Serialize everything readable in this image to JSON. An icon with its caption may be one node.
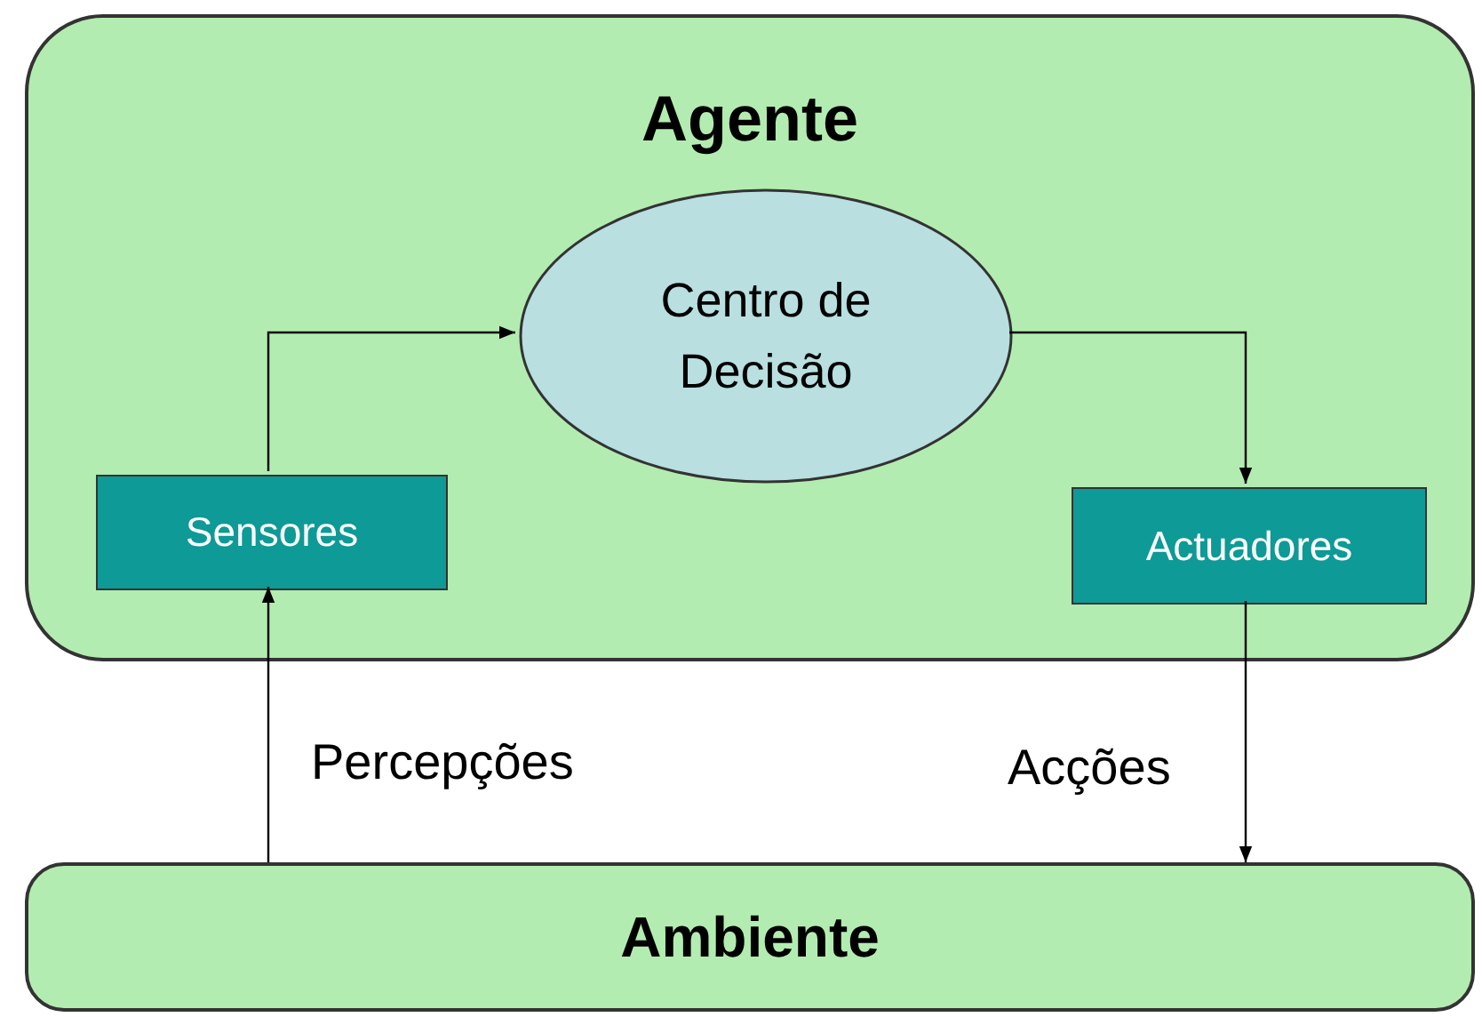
{
  "diagram": {
    "nodes": [
      {
        "text": [
          "Agente"
        ]
      },
      {
        "text": [
          "Centro de Decisão"
        ],
        "in": 0
      },
      {
        "text": [
          "Sensores"
        ],
        "in": 0
      },
      {
        "text": [
          "Actuadores"
        ],
        "in": 0
      },
      {
        "text": [
          "Ambiente"
        ]
      }
    ],
    "edges": [
      {
        "from": 2,
        "to": 1,
        "arrow": "to"
      },
      {
        "from": 1,
        "to": 3,
        "arrow": "to"
      },
      {
        "from": 3,
        "to": 4,
        "arrow": "to",
        "label": "Acções"
      },
      {
        "from": 4,
        "to": 2,
        "arrow": "to",
        "label": "Percepções"
      }
    ]
  }
}
